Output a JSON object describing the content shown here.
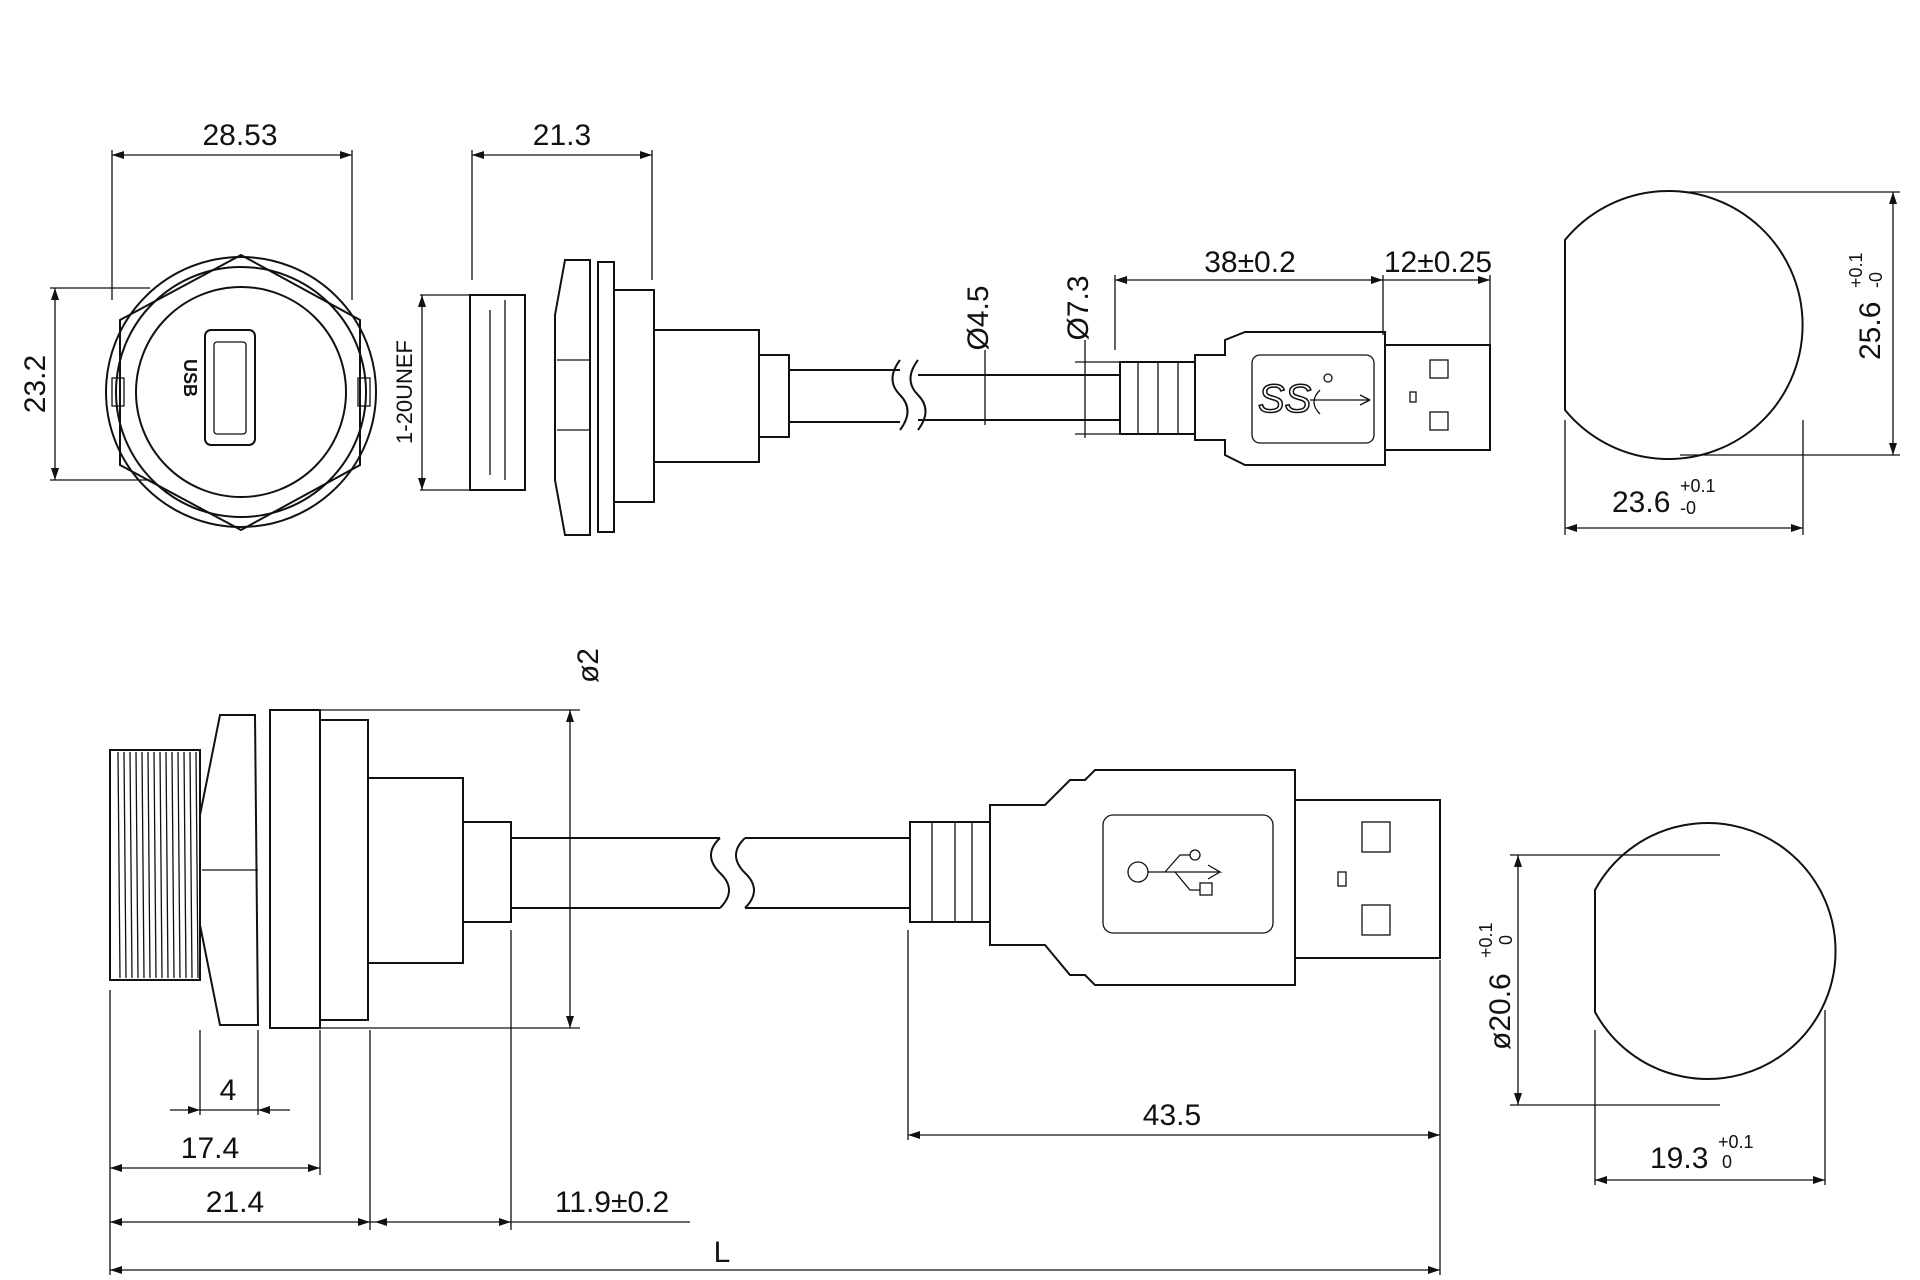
{
  "top_view": {
    "front": {
      "width": "28.53",
      "height": "23.2",
      "logo": "USB"
    },
    "side": {
      "width": "21.3",
      "thread": "1-20UNEF"
    },
    "cable": {
      "dia_small": "Ø4.5",
      "dia_large": "Ø7.3",
      "len1": "38±0.2",
      "len2": "12±0.25",
      "logo": "SS"
    },
    "cutout": {
      "height": "25.6",
      "width": "23.6",
      "tol_plus": "+0.1",
      "tol_minus": "-0"
    }
  },
  "bottom_view": {
    "dia_partial": "ø2",
    "d_4": "4",
    "d_17_4": "17.4",
    "d_21_4": "21.4",
    "d_11_9": "11.9±0.2",
    "d_43_5": "43.5",
    "d_L": "L",
    "cutout": {
      "dia": "ø20.6",
      "width": "19.3",
      "tol_plus": "+0.1",
      "tol_minus": "0"
    }
  }
}
